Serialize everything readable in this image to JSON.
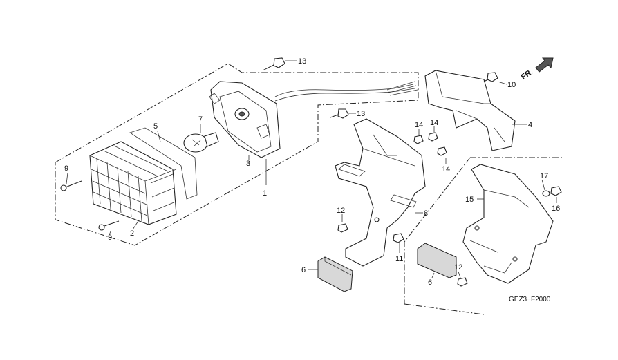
{
  "diagram": {
    "code": "GEZ3−F2000",
    "direction_label": "FR.",
    "callouts": [
      {
        "id": "c1",
        "text": "1"
      },
      {
        "id": "c2",
        "text": "2"
      },
      {
        "id": "c3",
        "text": "3"
      },
      {
        "id": "c4",
        "text": "4"
      },
      {
        "id": "c5",
        "text": "5"
      },
      {
        "id": "c6a",
        "text": "6"
      },
      {
        "id": "c6b",
        "text": "6"
      },
      {
        "id": "c7",
        "text": "7"
      },
      {
        "id": "c8",
        "text": "8"
      },
      {
        "id": "c9a",
        "text": "9"
      },
      {
        "id": "c9b",
        "text": "9"
      },
      {
        "id": "c10",
        "text": "10"
      },
      {
        "id": "c11",
        "text": "11"
      },
      {
        "id": "c12a",
        "text": "12"
      },
      {
        "id": "c12b",
        "text": "12"
      },
      {
        "id": "c13a",
        "text": "13"
      },
      {
        "id": "c13b",
        "text": "13"
      },
      {
        "id": "c14a",
        "text": "14"
      },
      {
        "id": "c14b",
        "text": "14"
      },
      {
        "id": "c14c",
        "text": "14"
      },
      {
        "id": "c15",
        "text": "15"
      },
      {
        "id": "c16",
        "text": "16"
      },
      {
        "id": "c17",
        "text": "17"
      }
    ]
  }
}
